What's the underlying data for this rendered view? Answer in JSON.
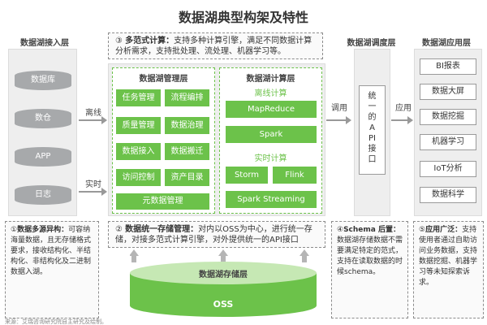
{
  "title": "数据湖典型构架及特性",
  "columns": {
    "ingest": "数据湖接入层",
    "schedule": "数据湖调度层",
    "app": "数据湖应用层"
  },
  "sources": [
    "数据库",
    "数仓",
    "APP",
    "日志"
  ],
  "arrows": {
    "offline": "离线",
    "realtime": "实时",
    "call": "调用",
    "apply": "应用"
  },
  "multi_compute": {
    "num": "③",
    "heading": "多范式计算：",
    "text": "支持多种计算引擎，满足不同数据计算分析需求，支持批处理、流处理、机器学习等。"
  },
  "management": {
    "title": "数据湖管理层",
    "items": [
      "任务管理",
      "流程编排",
      "质量管理",
      "数据治理",
      "数据接入",
      "数据搬迁",
      "访问控制",
      "资产目录"
    ],
    "metadata": "元数据管理"
  },
  "compute": {
    "title": "数据湖计算层",
    "offline_label": "离线计算",
    "offline": [
      "MapReduce",
      "Spark"
    ],
    "realtime_label": "实时计算",
    "realtime": [
      "Storm",
      "Flink",
      "Spark Streaming"
    ]
  },
  "api": {
    "text": "统一的API接口"
  },
  "apps": [
    "BI报表",
    "数据大屏",
    "数据挖掘",
    "机器学习",
    "IoT分析",
    "数据科学"
  ],
  "storage_note": {
    "num": "②",
    "heading": "数据统一存储管理：",
    "text": "对内以OSS为中心，进行统一存储，对接多范式计算引擎，对外提供统一的API接口"
  },
  "storage": {
    "title": "数据湖存储层",
    "oss": "OSS"
  },
  "notes": {
    "n1": {
      "num": "①",
      "heading": "数据多源异构：",
      "text": "可容纳海量数据，且无存储格式要求，接收结构化、半结构化、非结构化及二进制数据入湖。"
    },
    "n4": {
      "num": "④",
      "heading": "Schema 后置：",
      "text": "数据湖存储数据不需要满足特定的范式，支持在读取数据的时候schema。"
    },
    "n5": {
      "num": "⑤",
      "heading": "应用广泛：",
      "text": "支持使用者通过自助访问业务数据，支持数据挖掘、机器学习等未知探索诉求。"
    }
  },
  "footnote": "来源：艾瑞咨询研究院自主研究及绘制。",
  "colors": {
    "green": "#6cc24a",
    "gray": "#a7a9ab",
    "bg_gray": "#eeeeee"
  }
}
